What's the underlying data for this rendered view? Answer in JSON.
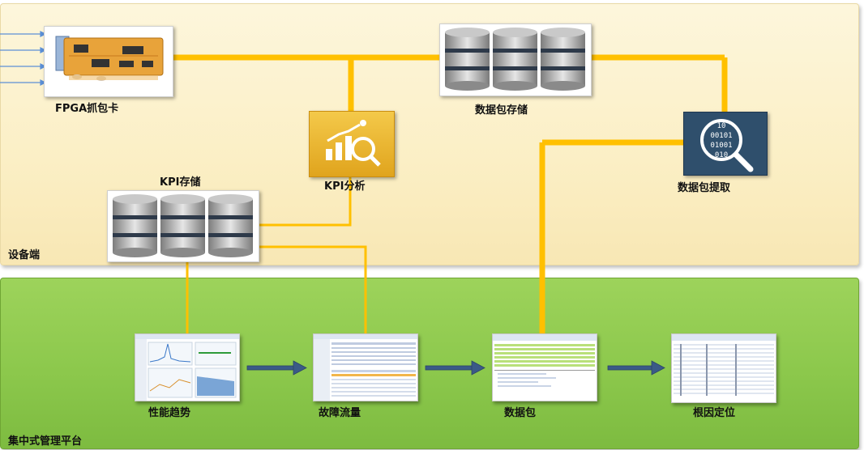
{
  "zones": {
    "device": "设备端",
    "platform": "集中式管理平台"
  },
  "nodes": {
    "fpga": "FPGA抓包卡",
    "packet_storage": "数据包存储",
    "kpi_analysis": "KPI分析",
    "packet_extract": "数据包提取",
    "kpi_storage": "KPI存储",
    "performance_trend": "性能趋势",
    "fault_traffic": "故障流量",
    "packet": "数据包",
    "root_cause": "根因定位"
  },
  "packet_extract_icon_text": [
    "10",
    "00101",
    "01001",
    "010"
  ],
  "colors": {
    "connector": "#ffc000",
    "arrow": "#3b5a87",
    "device_bg": "#fbefc5",
    "platform_bg": "#8cc84c"
  }
}
